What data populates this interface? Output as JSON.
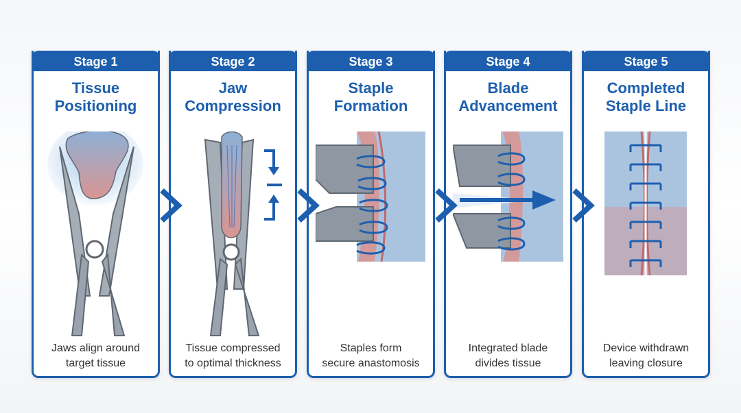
{
  "colors": {
    "brand_blue": "#1d5fae",
    "metal": "#9aa3ad",
    "tissue_blue": "#8eb0d6",
    "tissue_pink": "#d89592"
  },
  "stages": [
    {
      "label": "Stage 1",
      "title": "Tissue\nPositioning",
      "caption": "Jaws align around\ntarget tissue",
      "icon": "open-stapler-jaws-with-tissue-icon"
    },
    {
      "label": "Stage 2",
      "title": "Jaw\nCompression",
      "caption": "Tissue compressed\nto optimal thickness",
      "icon": "closed-jaws-compression-icon"
    },
    {
      "label": "Stage 3",
      "title": "Staple\nFormation",
      "caption": "Staples form\nsecure anastomosis",
      "icon": "staple-formation-icon"
    },
    {
      "label": "Stage 4",
      "title": "Blade\nAdvancement",
      "caption": "Integrated blade\ndivides tissue",
      "icon": "blade-advancement-icon"
    },
    {
      "label": "Stage 5",
      "title": "Completed\nStaple Line",
      "caption": "Device withdrawn\nleaving closure",
      "icon": "completed-staple-line-icon"
    }
  ]
}
